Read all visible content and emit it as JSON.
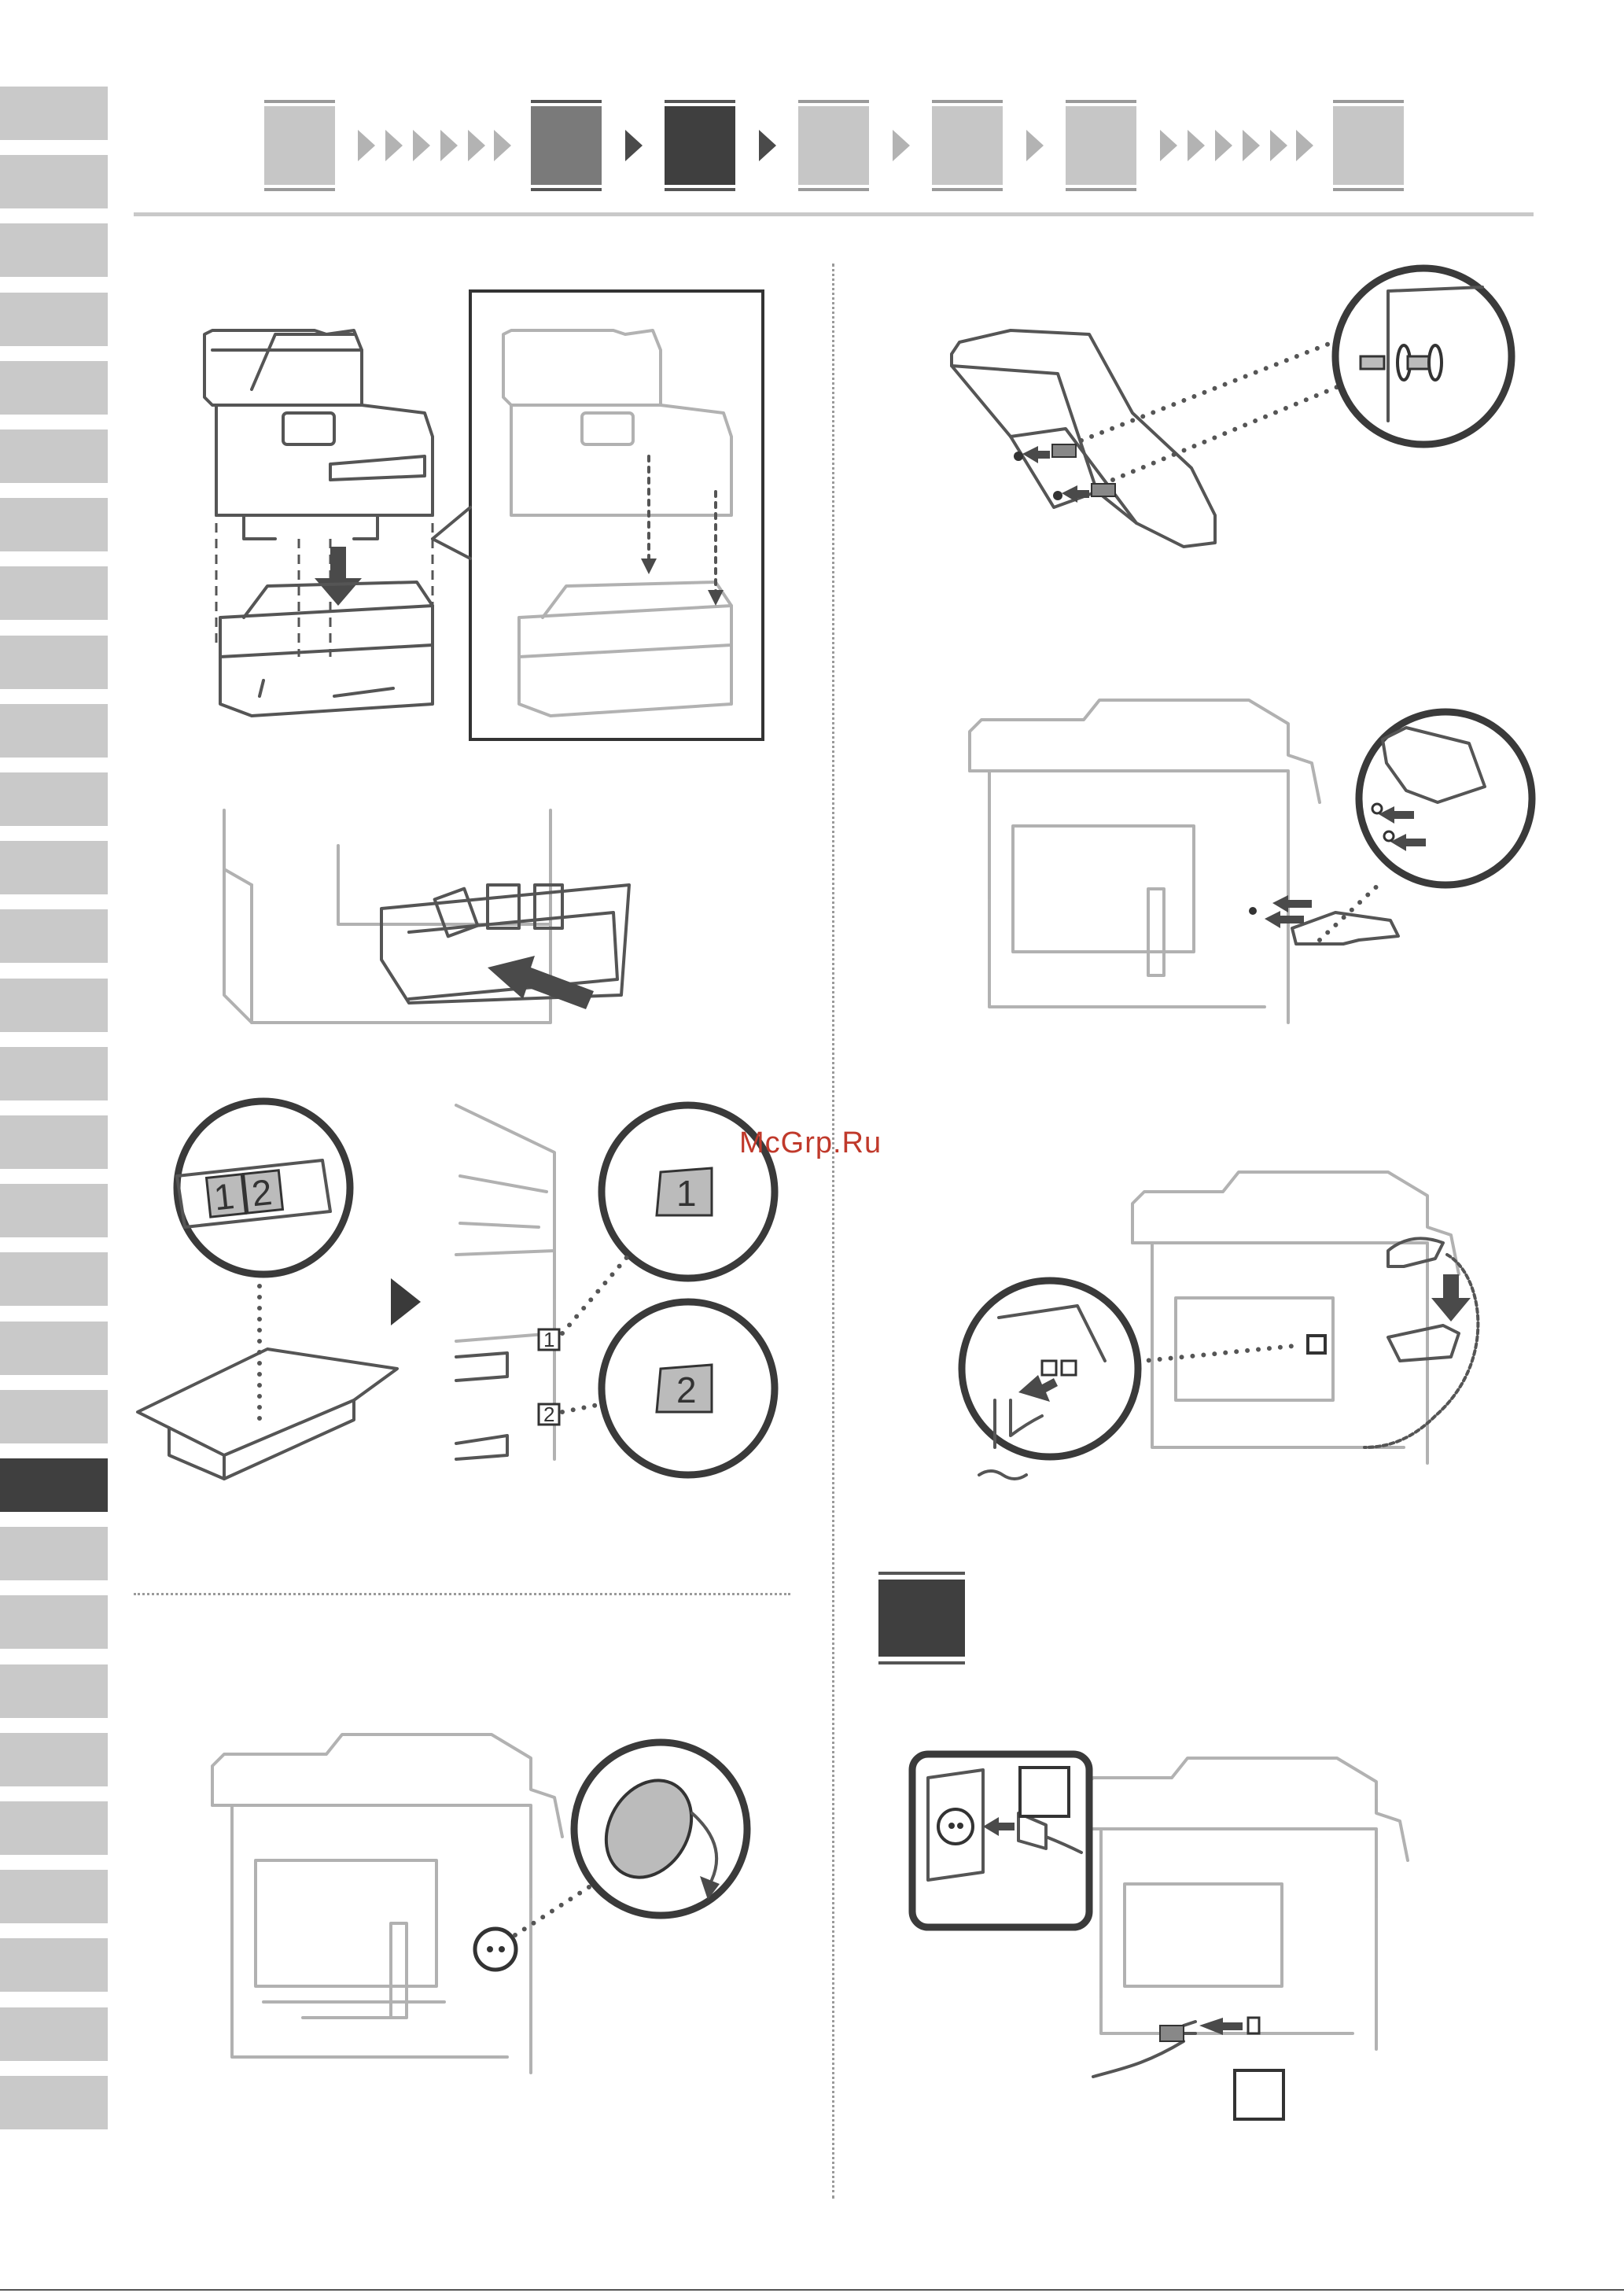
{
  "language_tabs": {
    "count": 30,
    "active_index": 20
  },
  "step_bar": {
    "steps": [
      "",
      "",
      "",
      "",
      "",
      "",
      ""
    ],
    "current_index": 2
  },
  "illustrations": {
    "slot_labels": [
      "1",
      "2"
    ],
    "small_slot_labels": [
      "1",
      "2"
    ],
    "label_sheet": [
      "1",
      "2"
    ]
  },
  "watermark": "McGrp.Ru",
  "colors": {
    "tab_inactive": "#c9c9c9",
    "tab_active": "#3f3f3f",
    "step_inactive": "#c6c6c6",
    "step_mid": "#7a7a7a",
    "step_current": "#3f3f3f",
    "watermark": "#c0392b"
  }
}
